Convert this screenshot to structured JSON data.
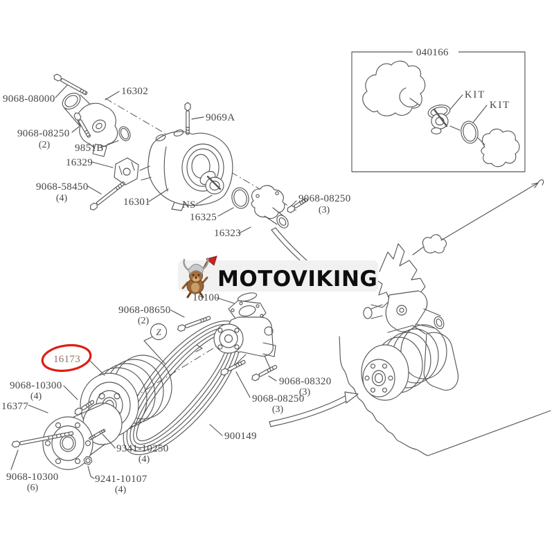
{
  "colors": {
    "page_bg": "#ffffff",
    "line_ink": "#565656",
    "label_ink": "#454545",
    "highlight_red": "#de1d14",
    "highlight_label": "#8d7263",
    "watermark_bg": "#f1f1f1",
    "brand_ink": "#0e0e0e"
  },
  "watermark": {
    "brand": "MOTOVIKING"
  },
  "kit_box": {
    "part_number": "040166",
    "kit_1": "KIT",
    "kit_2": "KIT"
  },
  "variant_balloon": {
    "letter": "Z"
  },
  "highlighted": {
    "part_number": "16173"
  },
  "labels": {
    "bolt_9068_08000": {
      "text": "9068-08000"
    },
    "outlet_16302": {
      "text": "16302"
    },
    "bolt_9068_08250_top": {
      "text": "9068-08250",
      "qty": "(2)"
    },
    "oring_9851b": {
      "text": "9851B"
    },
    "bracket_16329": {
      "text": "16329"
    },
    "bolt_9068_58450": {
      "text": "9068-58450",
      "qty": "(4)"
    },
    "housing_16301": {
      "text": "16301"
    },
    "bolt_9069a": {
      "text": "9069A"
    },
    "thermostat_ns": {
      "text": "NS"
    },
    "gasket_16325": {
      "text": "16325"
    },
    "outlet_16323": {
      "text": "16323"
    },
    "bolt_9068_08250_right": {
      "text": "9068-08250",
      "qty": "(3)"
    },
    "pump_16100": {
      "text": "16100"
    },
    "bolt_9068_08650": {
      "text": "9068-08650",
      "qty": "(2)"
    },
    "bolt_9068_10300_4": {
      "text": "9068-10300",
      "qty": "(4)"
    },
    "hub_16377": {
      "text": "16377"
    },
    "stud_9341_10250": {
      "text": "9341-10250",
      "qty": "(4)"
    },
    "bolt_9068_10300_6": {
      "text": "9068-10300",
      "qty": "(6)"
    },
    "nut_9241_10107": {
      "text": "9241-10107",
      "qty": "(4)"
    },
    "belt_900149": {
      "text": "900149"
    },
    "bolt_9068_08320": {
      "text": "9068-08320",
      "qty": "(3)"
    },
    "bolt_9068_08250_lower": {
      "text": "9068-08250",
      "qty": "(3)"
    }
  }
}
